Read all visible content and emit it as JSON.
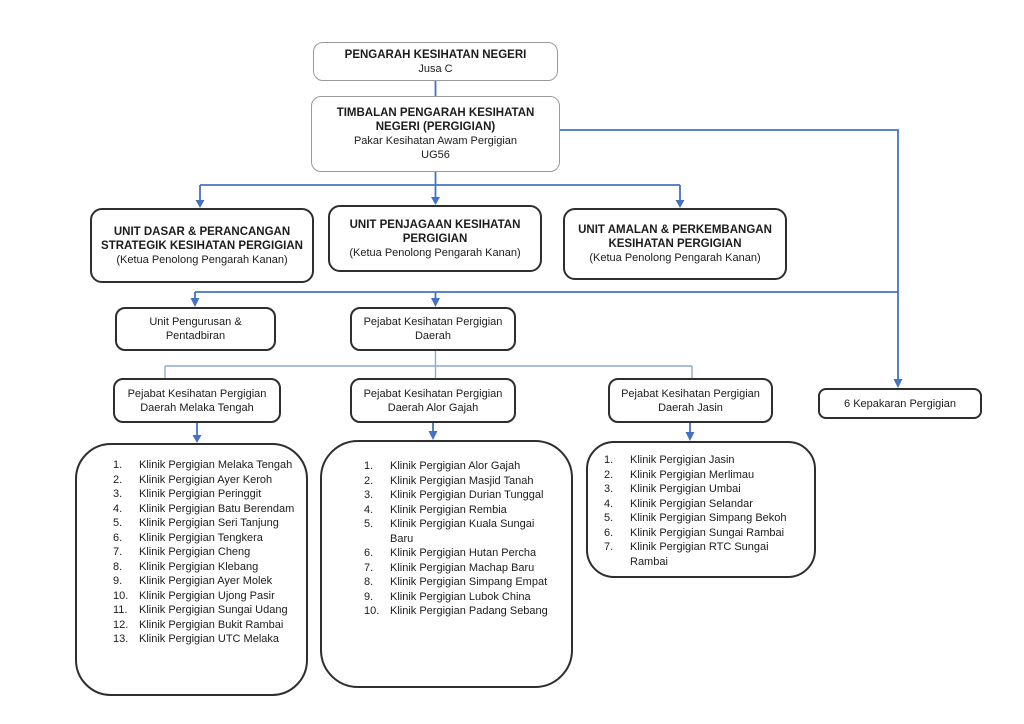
{
  "palette": {
    "line_blue": "#4472C4",
    "line_blue_light": "#8FA9D6",
    "border_dark": "#2e2e2e",
    "border_gray": "#9a9a9a",
    "text": "#1c1c1c",
    "bg": "#ffffff"
  },
  "org": {
    "director": {
      "title": "PENGARAH KESIHATAN NEGERI",
      "subtitle": "Jusa C"
    },
    "deputy": {
      "title": "TIMBALAN PENGARAH KESIHATAN NEGERI (PERGIGIAN)",
      "line2": "Pakar Kesihatan Awam Pergigian",
      "line3": "UG56"
    },
    "units": [
      {
        "title": "UNIT DASAR & PERANCANGAN STRATEGIK KESIHATAN PERGIGIAN",
        "subtitle": "(Ketua Penolong Pengarah Kanan)"
      },
      {
        "title": "UNIT PENJAGAAN KESIHATAN PERGIGIAN",
        "subtitle": "(Ketua Penolong Pengarah Kanan)"
      },
      {
        "title": "UNIT AMALAN & PERKEMBANGAN KESIHATAN PERGIGIAN",
        "subtitle": "(Ketua Penolong Pengarah Kanan)"
      }
    ],
    "admin_unit": {
      "title": "Unit Pengurusan & Pentadbiran"
    },
    "district_hq": {
      "title": "Pejabat Kesihatan Pergigian Daerah"
    },
    "specialties": {
      "title": "6 Kepakaran Pergigian"
    },
    "districts": [
      {
        "name": "Pejabat Kesihatan Pergigian Daerah Melaka Tengah",
        "clinics": [
          "Klinik Pergigian Melaka Tengah",
          "Klinik Pergigian Ayer Keroh",
          "Klinik Pergigian Peringgit",
          "Klinik Pergigian Batu Berendam",
          "Klinik Pergigian Seri Tanjung",
          "Klinik Pergigian Tengkera",
          "Klinik Pergigian Cheng",
          "Klinik Pergigian Klebang",
          "Klinik Pergigian Ayer Molek",
          "Klinik Pergigian Ujong Pasir",
          "Klinik Pergigian Sungai Udang",
          "Klinik Pergigian Bukit Rambai",
          "Klinik Pergigian UTC Melaka"
        ]
      },
      {
        "name": "Pejabat Kesihatan Pergigian Daerah Alor Gajah",
        "clinics": [
          "Klinik Pergigian Alor Gajah",
          "Klinik Pergigian Masjid Tanah",
          "Klinik Pergigian Durian Tunggal",
          "Klinik Pergigian Rembia",
          "Klinik Pergigian Kuala Sungai Baru",
          "Klinik Pergigian Hutan Percha",
          "Klinik Pergigian Machap Baru",
          "Klinik Pergigian Simpang Empat",
          "Klinik Pergigian Lubok China",
          "Klinik Pergigian Padang Sebang"
        ]
      },
      {
        "name": "Pejabat Kesihatan Pergigian Daerah Jasin",
        "clinics": [
          "Klinik Pergigian Jasin",
          "Klinik Pergigian Merlimau",
          "Klinik Pergigian Umbai",
          "Klinik Pergigian Selandar",
          "Klinik Pergigian Simpang Bekoh",
          "Klinik Pergigian Sungai Rambai",
          "Klinik Pergigian RTC Sungai Rambai"
        ]
      }
    ]
  }
}
